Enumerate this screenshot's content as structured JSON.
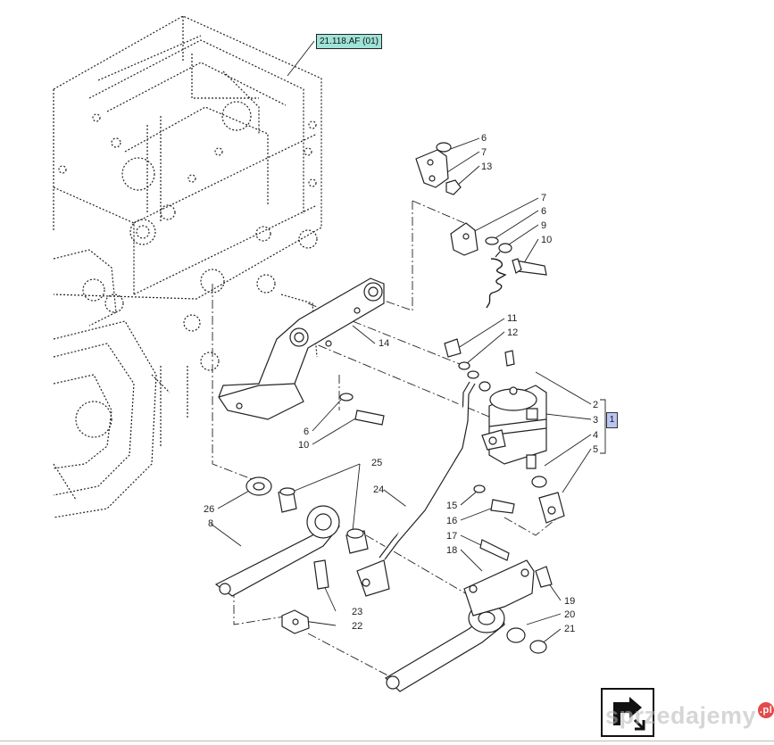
{
  "reference_label": "21.118.AF (01)",
  "group_label": "1",
  "watermark": {
    "text": "sprzedajemy",
    "suffix": ".pl"
  },
  "colors": {
    "reference_fill": "#9fe3d8",
    "group_fill": "#b8c6f2",
    "line": "#222222"
  },
  "icons": {
    "nav": "next-page-arrow-icon"
  },
  "callouts": [
    "6",
    "7",
    "13",
    "7",
    "6",
    "9",
    "10",
    "11",
    "12",
    "14",
    "2",
    "3",
    "4",
    "5",
    "6",
    "10",
    "25",
    "26",
    "24",
    "8",
    "15",
    "16",
    "17",
    "18",
    "19",
    "20",
    "21",
    "23",
    "22"
  ]
}
